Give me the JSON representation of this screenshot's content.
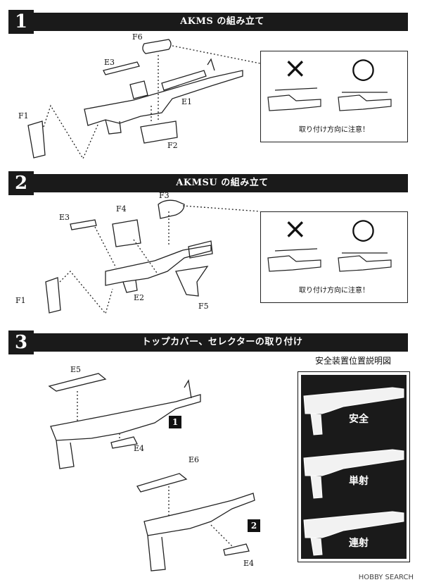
{
  "steps": [
    {
      "number": "1",
      "title": "AKMS の組み立て"
    },
    {
      "number": "2",
      "title": "AKMSU の組み立て"
    },
    {
      "number": "3",
      "title": "トップカバー、セレクターの取り付け"
    }
  ],
  "step1_labels": {
    "f6": "F6",
    "e3": "E3",
    "e1": "E1",
    "f1": "F1",
    "f2": "F2"
  },
  "step2_labels": {
    "f4": "F4",
    "f3": "F3",
    "e3": "E3",
    "f1": "F1",
    "e2": "E2",
    "f5": "F5"
  },
  "step3_labels": {
    "e5": "E5",
    "e4a": "E4",
    "e6": "E6",
    "e4b": "E4",
    "marker1": "1",
    "marker2": "2"
  },
  "notice": {
    "wrong": "×",
    "right": "○",
    "text": "取り付け方向に注意！"
  },
  "safety": {
    "title": "安全装置位置説明図",
    "modes": [
      "安全",
      "単射",
      "連射"
    ]
  },
  "footer": "HOBBY SEARCH"
}
